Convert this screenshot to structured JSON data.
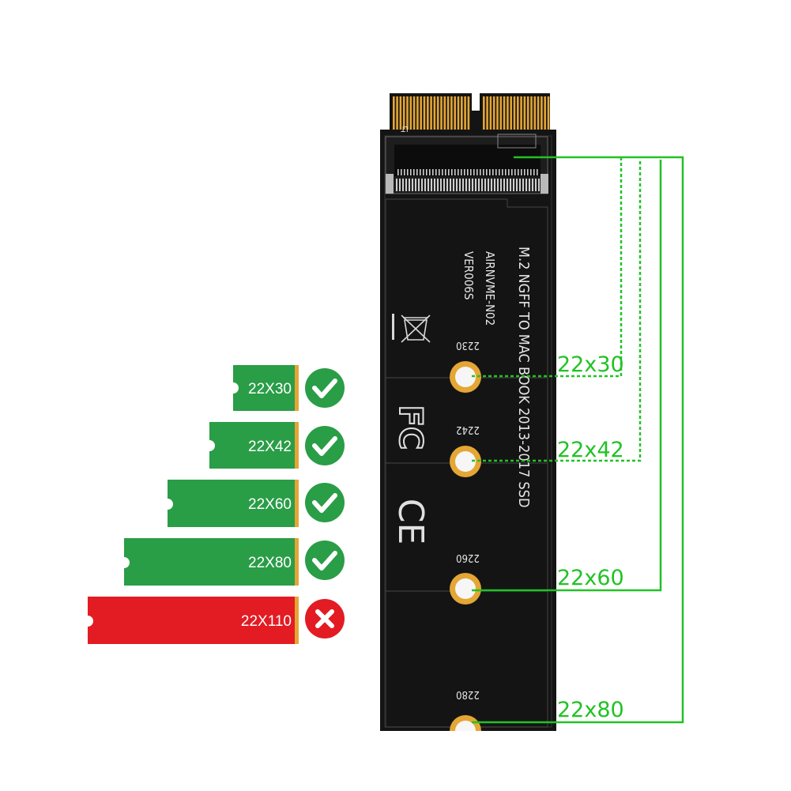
{
  "colors": {
    "background": "#ffffff",
    "supported": "#2a9d47",
    "unsupported": "#e31b23",
    "pcb": "#141414",
    "gold": "#e4a634",
    "callout": "#21c224"
  },
  "sticks": [
    {
      "label": "22X30",
      "supported": true,
      "icon": "check-icon"
    },
    {
      "label": "22X42",
      "supported": true,
      "icon": "check-icon"
    },
    {
      "label": "22X60",
      "supported": true,
      "icon": "check-icon"
    },
    {
      "label": "22X80",
      "supported": true,
      "icon": "check-icon"
    },
    {
      "label": "22X110",
      "supported": false,
      "icon": "x-icon"
    }
  ],
  "board": {
    "line1": "M.2 NGFF TO MAC BOOK 2013-2017 SSD",
    "line2": "AIRNVME-N02",
    "line3": "VER006S",
    "corner": "LT",
    "marks": [
      "FC",
      "CE"
    ],
    "mounts": [
      "2230",
      "2242",
      "2260",
      "2280"
    ]
  },
  "callouts": [
    "22x30",
    "22x42",
    "22x60",
    "22x80"
  ]
}
